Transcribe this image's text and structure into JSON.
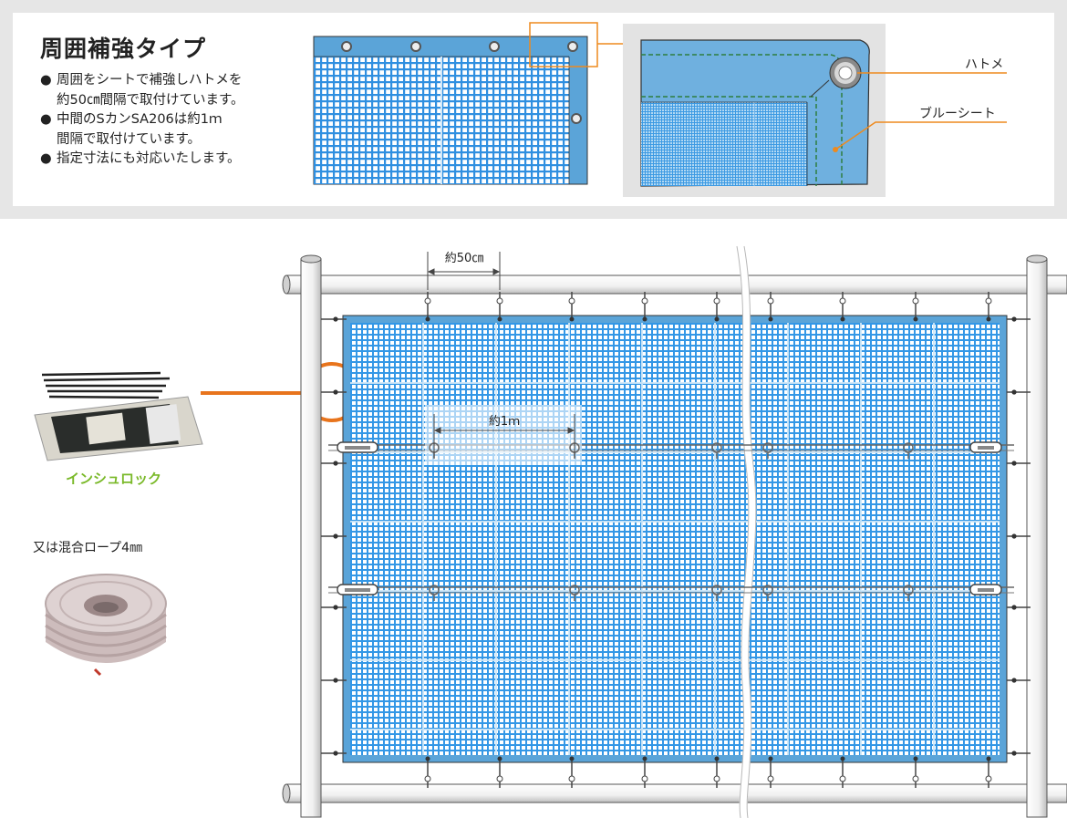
{
  "header": {
    "title": "周囲補強タイプ",
    "bullets": [
      {
        "dot": "●",
        "line1": "周囲をシートで補強しハトメを",
        "line2": "約50㎝間隔で取付けています。"
      },
      {
        "dot": "●",
        "line1": "中間のSカンSA206は約1ｍ",
        "line2": "間隔で取付けています。"
      },
      {
        "dot": "●",
        "line1": "指定寸法にも対応いたします。",
        "line2": ""
      }
    ]
  },
  "detail": {
    "grommet_label": "ハトメ",
    "sheet_label": "ブルーシート"
  },
  "accessories": {
    "insulock_label": "インシュロック",
    "rope_label": "又は混合ロープ4㎜"
  },
  "dimensions": {
    "grommet_spacing": "約50㎝",
    "hook_spacing": "約1ｍ"
  },
  "colors": {
    "sheet_blue": "#5ba4d8",
    "mesh_blue": "#2f8fe0",
    "accent_orange": "#ee8a1e",
    "highlight_orange": "#e8741c",
    "insulock_green": "#7ab929",
    "stitch_green": "#2e7d3e"
  }
}
